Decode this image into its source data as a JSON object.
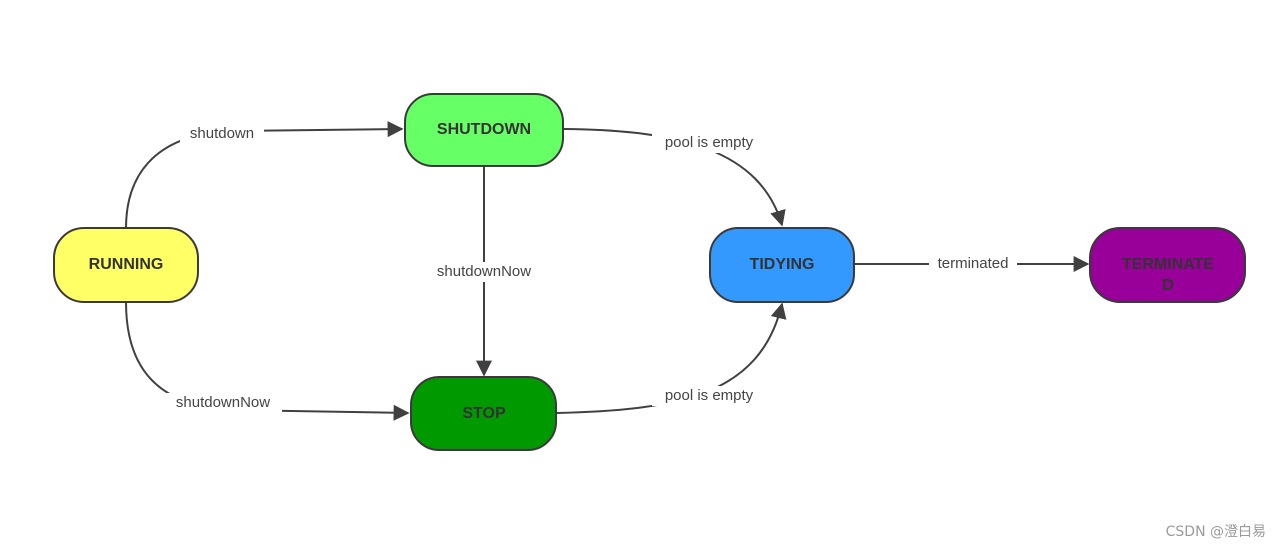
{
  "nodes": {
    "running": {
      "label": "RUNNING",
      "color": "#ffff66"
    },
    "shutdown": {
      "label": "SHUTDOWN",
      "color": "#66ff66"
    },
    "stop": {
      "label": "STOP",
      "color": "#009900"
    },
    "tidying": {
      "label": "TIDYING",
      "color": "#3399ff"
    },
    "terminated": {
      "label_line1": "TERMINATE",
      "label_line2": "D",
      "color": "#990099"
    }
  },
  "edges": {
    "running_to_shutdown": "shutdown",
    "running_to_stop": "shutdownNow",
    "shutdown_to_stop": "shutdownNow",
    "shutdown_to_tidying": "pool is empty",
    "stop_to_tidying": "pool is empty",
    "tidying_to_terminated": "terminated"
  },
  "watermark": "CSDN @澄白易"
}
